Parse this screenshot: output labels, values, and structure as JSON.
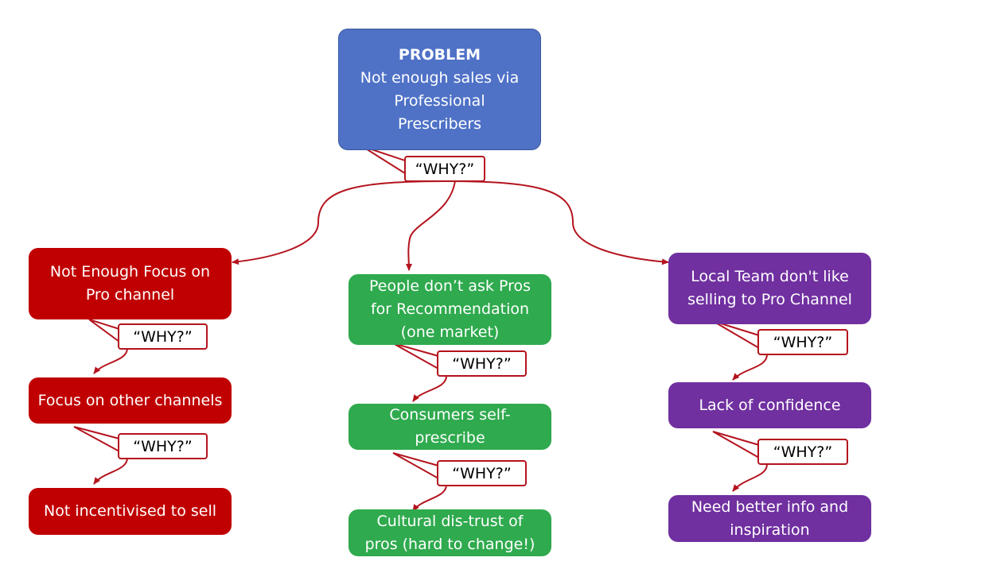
{
  "problem": {
    "heading": "PROBLEM",
    "lines": [
      "Not enough sales via",
      "Professional",
      "Prescribers"
    ]
  },
  "why_label": "“WHY?”",
  "left": {
    "node1": [
      "Not Enough Focus on",
      "Pro channel"
    ],
    "node2": [
      "Focus on other channels"
    ],
    "node3": [
      "Not incentivised to sell"
    ]
  },
  "middle": {
    "node1": [
      "People don’t ask Pros",
      "for Recommendation",
      "(one market)"
    ],
    "node2": [
      "Consumers self-",
      "prescribe"
    ],
    "node3": [
      "Cultural dis-trust of",
      "pros (hard to change!)"
    ]
  },
  "right": {
    "node1": [
      "Local Team don't like",
      "selling to Pro Channel"
    ],
    "node2": [
      "Lack of confidence"
    ],
    "node3": [
      "Need better info and",
      "inspiration"
    ]
  },
  "colors": {
    "problem": "#4f72c7",
    "left_branch": "#c00000",
    "middle_branch": "#2faa4e",
    "right_branch": "#7030a0",
    "connector": "#b4141e"
  }
}
